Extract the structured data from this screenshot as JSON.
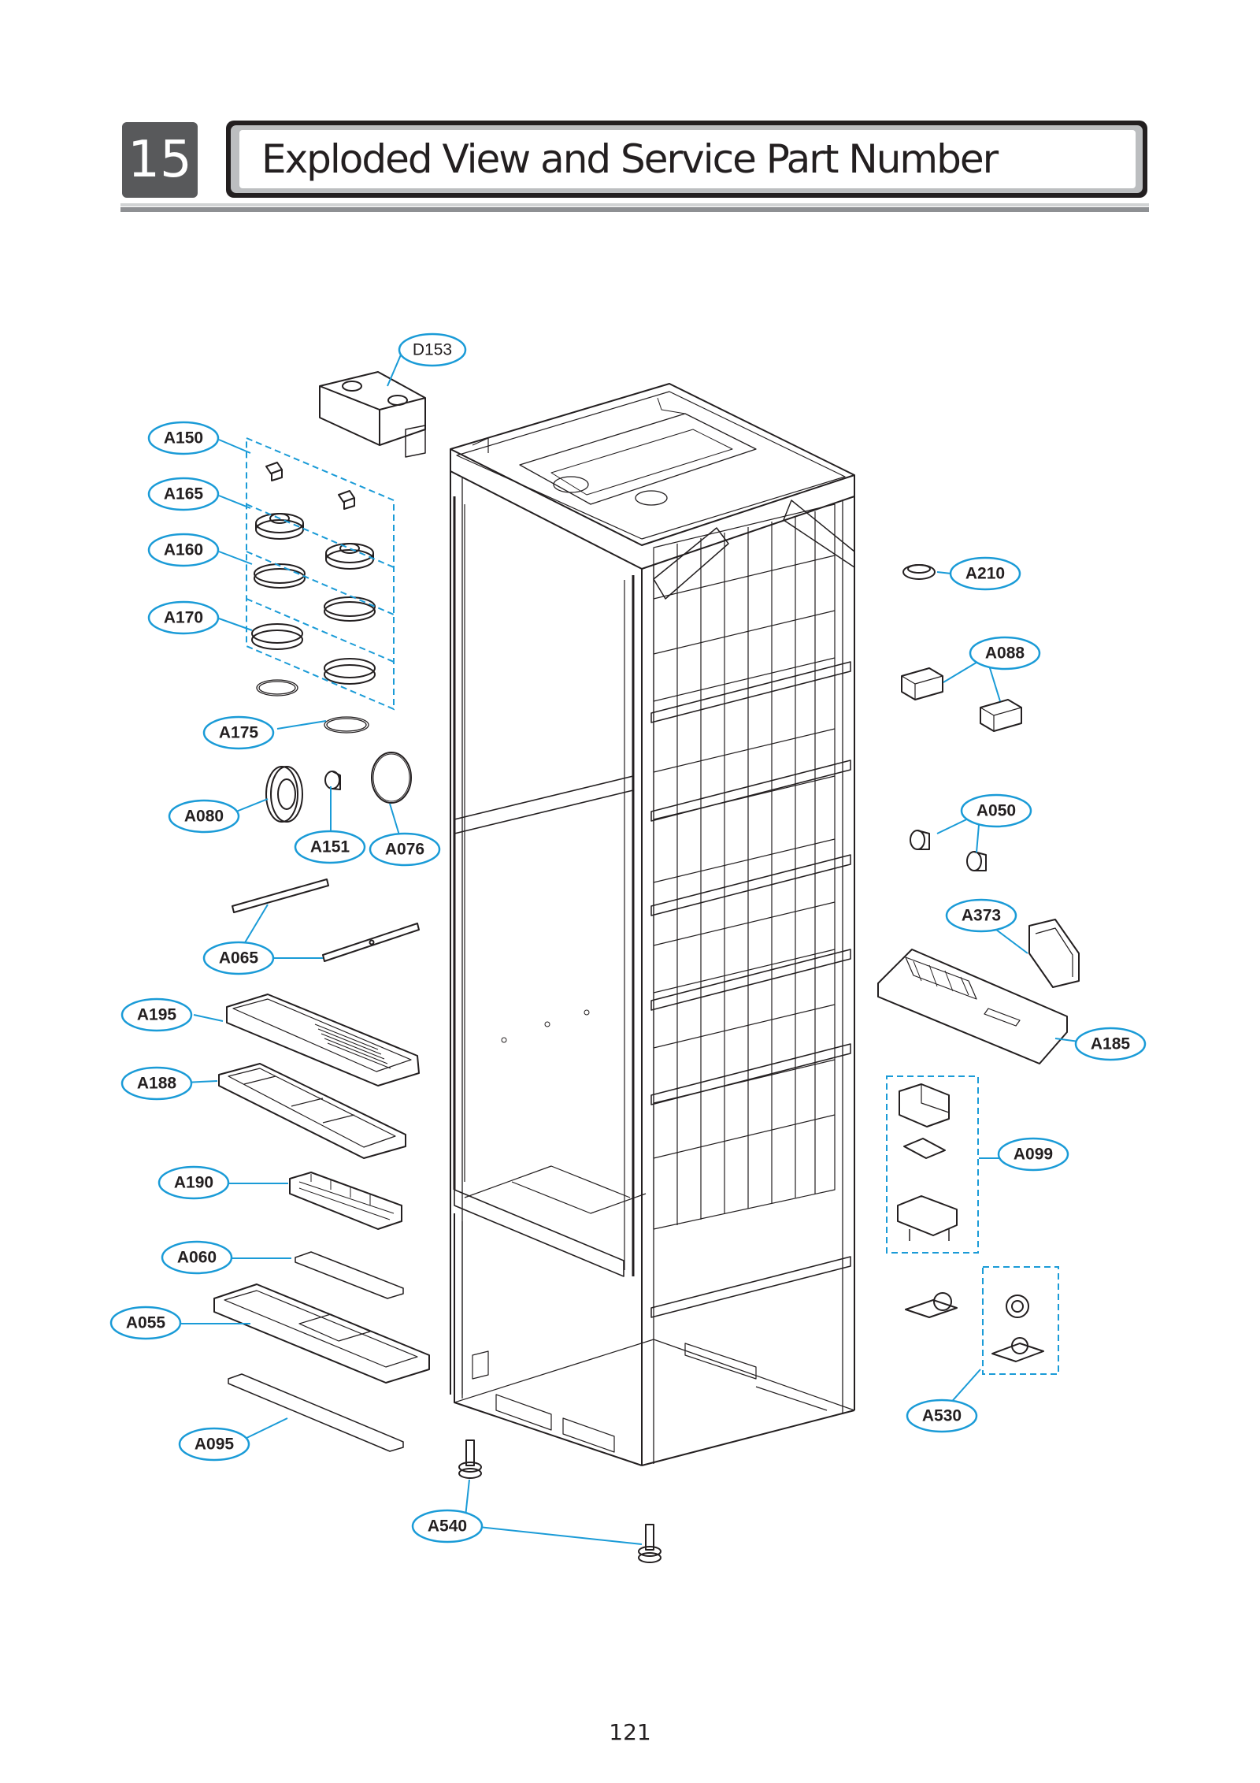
{
  "section": {
    "number": "15",
    "title": "Exploded View and Service Part Number"
  },
  "page_number": "121",
  "colors": {
    "callout": "#1a9bd7",
    "line_art": "#231f20",
    "header_dark": "#58595b"
  },
  "callouts": {
    "D153": "D153",
    "A150": "A150",
    "A165": "A165",
    "A160": "A160",
    "A170": "A170",
    "A175": "A175",
    "A080": "A080",
    "A151": "A151",
    "A076": "A076",
    "A065": "A065",
    "A195": "A195",
    "A188": "A188",
    "A190": "A190",
    "A060": "A060",
    "A055": "A055",
    "A095": "A095",
    "A540": "A540",
    "A210": "A210",
    "A088": "A088",
    "A050": "A050",
    "A373": "A373",
    "A185": "A185",
    "A099": "A099",
    "A530": "A530"
  }
}
